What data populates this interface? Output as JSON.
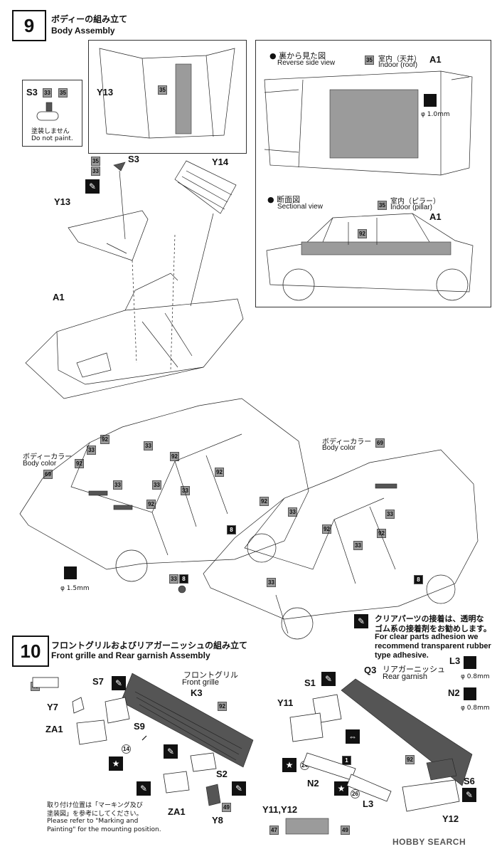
{
  "step9": {
    "number": "9",
    "title_jp": "ボディーの組み立て",
    "title_en": "Body Assembly",
    "parts": {
      "s3": "S3",
      "y13": "Y13",
      "y14": "Y14",
      "a1": "A1"
    },
    "paint_note_jp": "塗装しません",
    "paint_note_en": "Do not paint.",
    "reverse_view_jp": "● 裏から見た図",
    "reverse_view_en": "Reverse side view",
    "sectional_view_jp": "● 断面図",
    "sectional_view_en": "Sectional view",
    "indoor_roof_jp": "室内（天井）",
    "indoor_roof_en": "Indoor (roof)",
    "indoor_pillar_jp": "室内（ピラー）",
    "indoor_pillar_en": "Indoor (pillar)",
    "drill_size_a": "φ 1.0mm",
    "drill_size_b": "φ 1.5mm",
    "body_color_jp": "ボディーカラー",
    "body_color_en": "Body color"
  },
  "colors": {
    "c33": "33",
    "c35": "35",
    "c69": "69",
    "c92": "92",
    "c8": "8",
    "c49": "49",
    "c14": "14",
    "c24": "24",
    "c26": "26",
    "c1": "1",
    "c47": "47"
  },
  "clear_note": {
    "jp_line1": "クリアパーツの接着は、透明な",
    "jp_line2": "ゴム系の接着剤をお勧めします。",
    "en_line1": "For clear parts adhesion we",
    "en_line2": "recommend transparent rubber",
    "en_line3": "type adhesive."
  },
  "step10": {
    "number": "10",
    "title_jp": "フロントグリルおよびリアガーニッシュの組み立て",
    "title_en": "Front grille and Rear garnish Assembly",
    "front_grille_jp": "フロントグリル",
    "front_grille_en": "Front grille",
    "rear_garnish_jp": "リアガーニッシュ",
    "rear_garnish_en": "Rear garnish",
    "parts": {
      "s7": "S7",
      "k3": "K3",
      "y7": "Y7",
      "za1": "ZA1",
      "s9": "S9",
      "s2": "S2",
      "za1b": "ZA1",
      "y8": "Y8",
      "q3": "Q3",
      "s1": "S1",
      "l3": "L3",
      "n2": "N2",
      "y11": "Y11",
      "s6": "S6",
      "n2b": "N2",
      "l3b": "L3",
      "y12": "Y12",
      "y11y12": "Y11,Y12"
    },
    "drill_small_a": "φ 0.8mm",
    "drill_small_b": "φ 0.8mm",
    "mount_note_jp1": "取り付け位置は「マーキング及び",
    "mount_note_jp2": "塗装図」を参考にしてください。",
    "mount_note_en1": "Please refer to \"Marking and",
    "mount_note_en2": "Painting\" for the mounting position."
  },
  "watermark": "HOBBY SEARCH"
}
